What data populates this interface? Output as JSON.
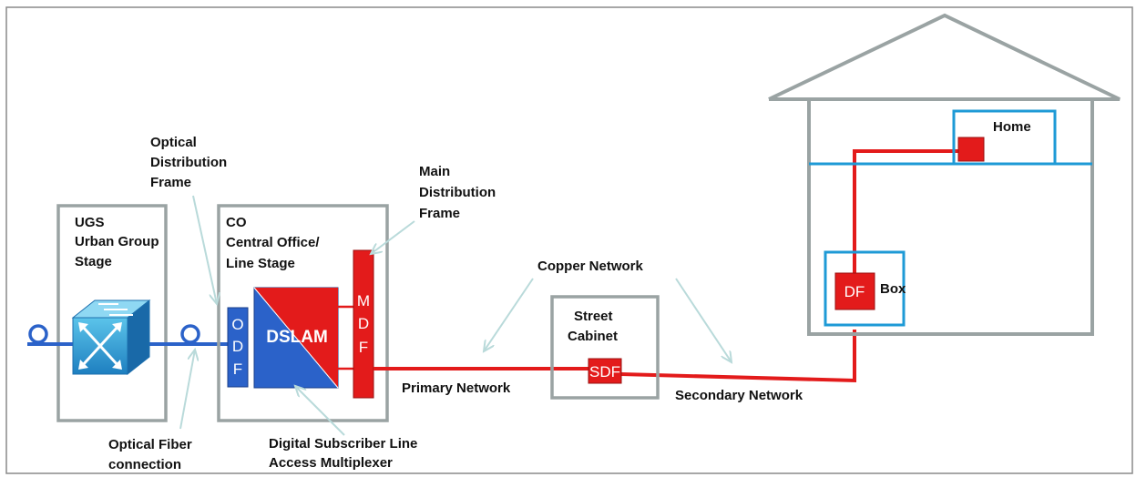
{
  "labels": {
    "ugs_1": "UGS",
    "ugs_2": "Urban Group",
    "ugs_3": "Stage",
    "odf_callout_1": "Optical",
    "odf_callout_2": "Distribution",
    "odf_callout_3": "Frame",
    "co_1": "CO",
    "co_2": "Central Office/",
    "co_3": "Line Stage",
    "mdf_callout_1": "Main",
    "mdf_callout_2": "Distribution",
    "mdf_callout_3": "Frame",
    "copper_network": "Copper Network",
    "street_1": "Street",
    "street_2": "Cabinet",
    "primary_network": "Primary Network",
    "secondary_network": "Secondary Network",
    "home": "Home",
    "box": "Box",
    "fiber_1": "Optical Fiber",
    "fiber_2": "connection",
    "dsl_1": "Digital Subscriber Line",
    "dsl_2": "Access Multiplexer"
  },
  "blocks": {
    "odf_letters": [
      "O",
      "D",
      "F"
    ],
    "mdf_letters": [
      "M",
      "D",
      "F"
    ],
    "dslam": "DSLAM",
    "sdf": "SDF",
    "df": "DF"
  },
  "colors": {
    "frame_gray": "#9aa3a3",
    "copper_red": "#e31b1b",
    "fiber_blue": "#2b62c9",
    "home_cyan": "#1e9ad6",
    "callout_arrow": "#b9dada"
  }
}
